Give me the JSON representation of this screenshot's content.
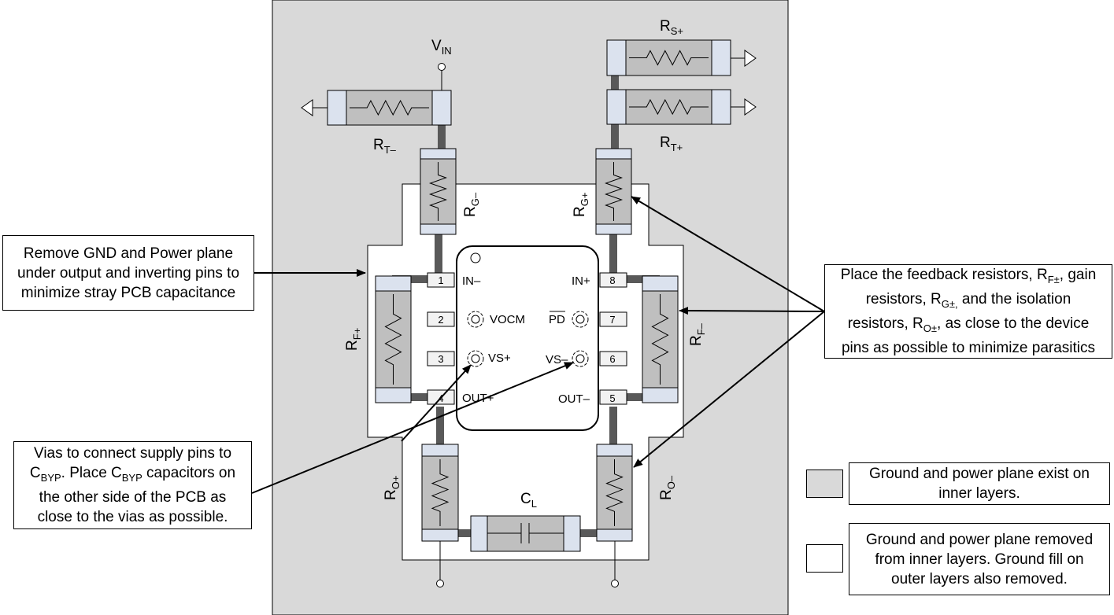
{
  "colors": {
    "plane_gray": "#d9d9d9",
    "component_gray": "#bfbfbf",
    "end_cap": "#dbe2ee",
    "trace": "#595959",
    "line": "#000000",
    "removed": "#ffffff"
  },
  "vin": {
    "main": "V",
    "sub": "IN"
  },
  "resistors": {
    "rs_plus": {
      "main": "R",
      "sub": "S+"
    },
    "rt_minus": {
      "main": "R",
      "sub": "T–"
    },
    "rt_plus": {
      "main": "R",
      "sub": "T+"
    },
    "rg_minus": {
      "main": "R",
      "sub": "G–"
    },
    "rg_plus": {
      "main": "R",
      "sub": "G+"
    },
    "rf_plus": {
      "main": "R",
      "sub": "F+"
    },
    "rf_minus": {
      "main": "R",
      "sub": "F–"
    },
    "ro_plus": {
      "main": "R",
      "sub": "O+"
    },
    "ro_minus": {
      "main": "R",
      "sub": "O–"
    }
  },
  "capacitor": {
    "main": "C",
    "sub": "L"
  },
  "chip": {
    "pins": [
      {
        "num": "1",
        "name": "IN–"
      },
      {
        "num": "2",
        "name": "VOCM"
      },
      {
        "num": "3",
        "name": "VS+"
      },
      {
        "num": "4",
        "name": "OUT+"
      },
      {
        "num": "5",
        "name": "OUT–"
      },
      {
        "num": "6",
        "name": "VS–"
      },
      {
        "num": "7",
        "name": "PD"
      },
      {
        "num": "8",
        "name": "IN+"
      }
    ]
  },
  "callouts": {
    "remove_plane": [
      "Remove GND and Power plane",
      "under output and inverting pins to",
      "minimize stray PCB capacitance"
    ],
    "feedback": {
      "l1_a": "Place the feedback resistors, R",
      "l1_sub": "F±",
      "l1_b": ", gain",
      "l2_a": "resistors, R",
      "l2_sub": "G±,",
      "l2_b": " and the isolation",
      "l3_a": "resistors, R",
      "l3_sub": "O±",
      "l3_b": ", as close to the device",
      "l4": "pins as possible to minimize parasitics"
    },
    "vias": {
      "l1": "Vias to connect supply pins to",
      "l2_a": "C",
      "l2_sub": "BYP",
      "l2_b": ". Place C",
      "l2_sub2": "BYP",
      "l2_c": " capacitors on",
      "l3": "the other side of the PCB as",
      "l4": "close to the vias as possible."
    }
  },
  "legend": {
    "exist": [
      "Ground and power plane exist on",
      "inner layers."
    ],
    "removed": [
      "Ground and power plane removed",
      "from inner layers. Ground fill on",
      "outer layers also removed."
    ]
  }
}
